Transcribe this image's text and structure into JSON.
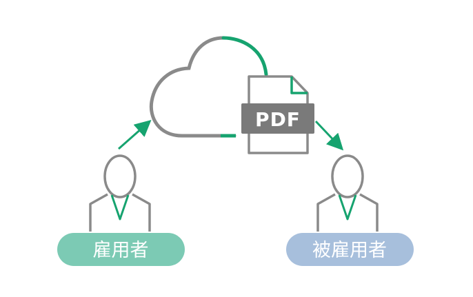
{
  "document": {
    "label": "PDF"
  },
  "employer": {
    "label": "雇用者"
  },
  "employee": {
    "label": "被雇用者"
  },
  "colors": {
    "stroke_gray": "#8a8a8a",
    "accent_green": "#16a36f",
    "doc_label_bg": "#7a7a7a",
    "employer_pill": "#7ccab4",
    "employee_pill": "#a7bfdc"
  }
}
